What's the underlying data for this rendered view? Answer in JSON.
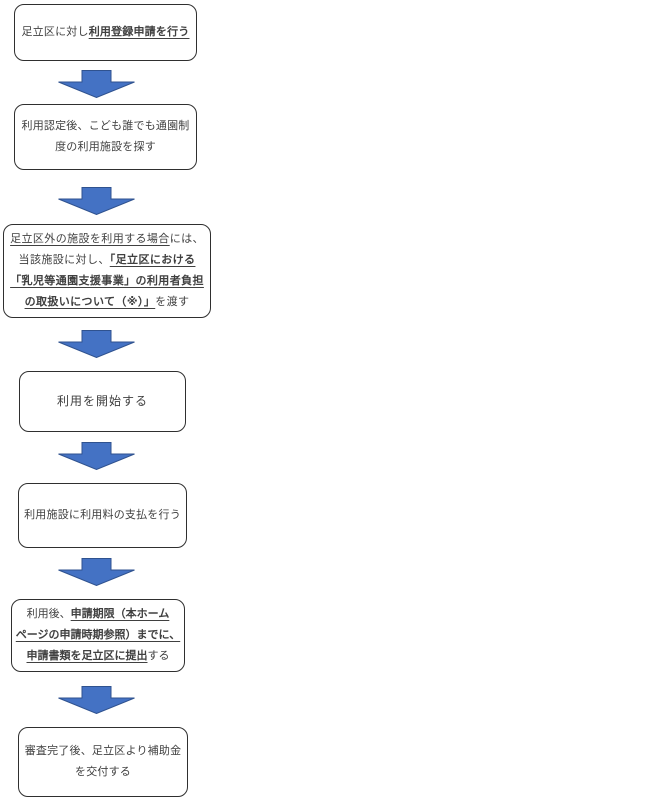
{
  "colors": {
    "arrow_fill": "#4472C4",
    "arrow_stroke": "#2F528F",
    "box_border": "#2f2f2f",
    "text_color": "#404040",
    "bg": "#ffffff"
  },
  "steps": [
    {
      "lines": [
        {
          "parts": [
            {
              "text": "足立区に対し"
            },
            {
              "text": "利用登録申請を行う"
            }
          ]
        }
      ]
    },
    {
      "lines": [
        {
          "parts": [
            {
              "text": "利用認定後、こども誰でも通園制"
            }
          ]
        },
        {
          "parts": [
            {
              "text": "度の利用施設を探す"
            }
          ]
        }
      ]
    },
    {
      "lines": [
        {
          "parts": [
            {
              "text": "足立区外の施設を利用する場合"
            },
            {
              "text": "には、"
            }
          ]
        },
        {
          "parts": [
            {
              "text": "当該施設に対し、"
            },
            {
              "text": "「足立区における"
            }
          ]
        },
        {
          "parts": [
            {
              "text": "「乳児等通園支援事業」の利用者負担"
            }
          ]
        },
        {
          "parts": [
            {
              "text": "の取扱いについて（※）」"
            },
            {
              "text": "を渡す"
            }
          ]
        }
      ]
    },
    {
      "lines": [
        {
          "parts": [
            {
              "text": "利用を開始する"
            }
          ]
        }
      ]
    },
    {
      "lines": [
        {
          "parts": [
            {
              "text": "利用施設に利用料の支払を行う"
            }
          ]
        }
      ]
    },
    {
      "lines": [
        {
          "parts": [
            {
              "text": "利用後、"
            },
            {
              "text": "申請期限（本ホーム"
            }
          ]
        },
        {
          "parts": [
            {
              "text": "ページの申請時期参照）までに、"
            }
          ]
        },
        {
          "parts": [
            {
              "text": "申請書類を足立区に提出"
            },
            {
              "text": "する"
            }
          ]
        }
      ]
    },
    {
      "lines": [
        {
          "parts": [
            {
              "text": "審査完了後、足立区より補助金"
            }
          ]
        },
        {
          "parts": [
            {
              "text": "を交付する"
            }
          ]
        }
      ]
    }
  ]
}
